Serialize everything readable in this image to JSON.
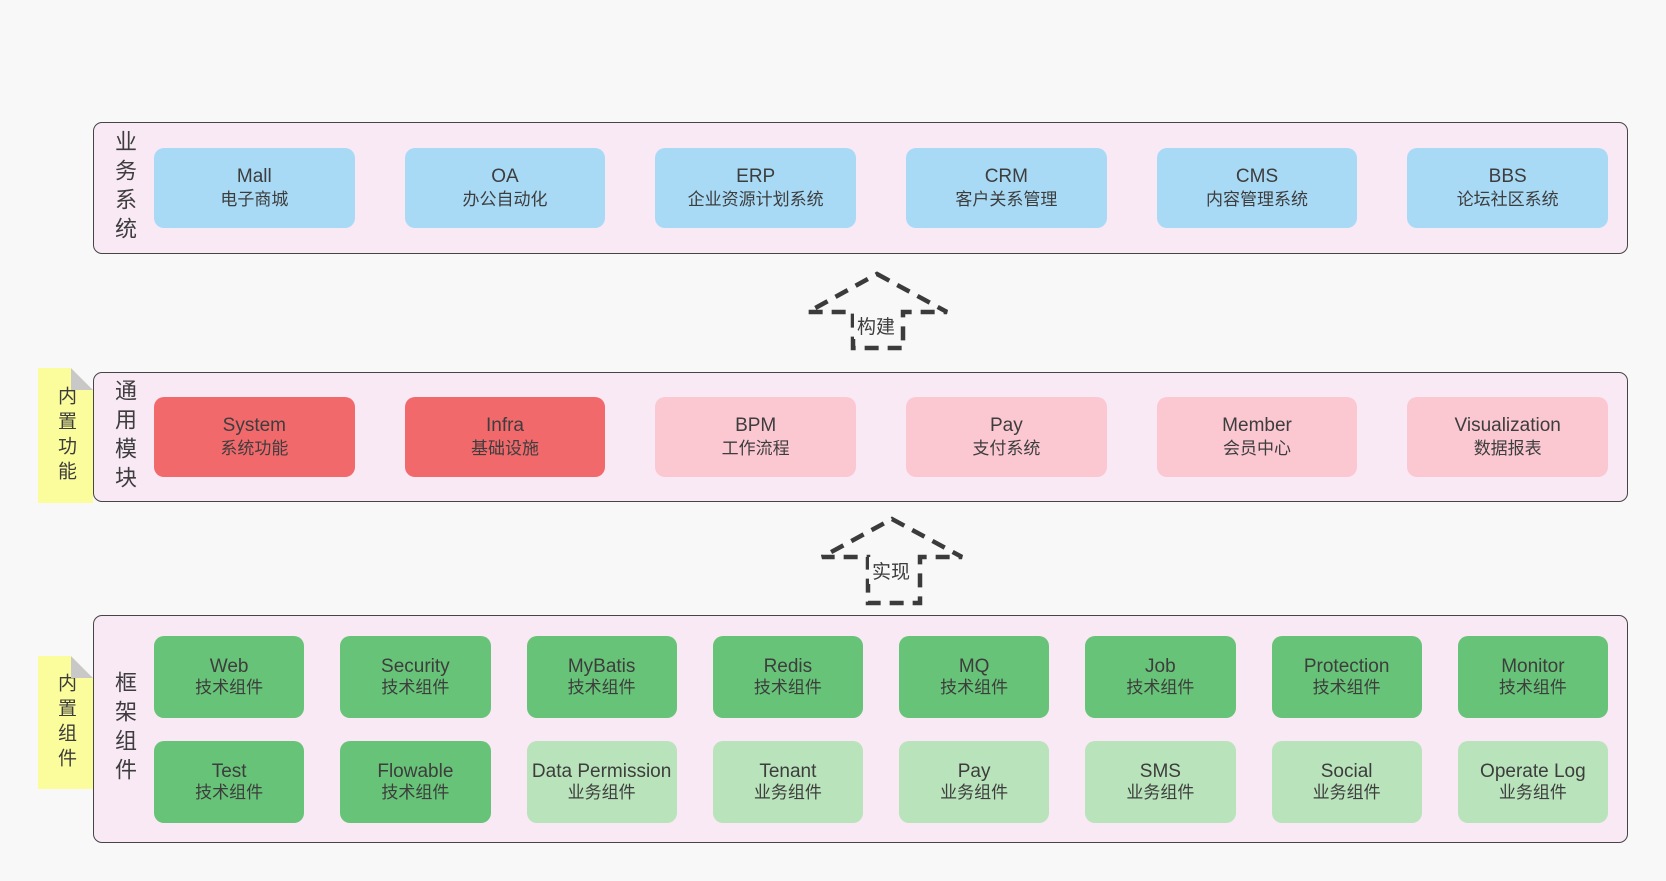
{
  "colors": {
    "background": "#f8f8f8",
    "band_bg": "#f9e9f5",
    "band_border": "#454545",
    "blue": "#a8daf6",
    "red": "#f2696c",
    "pink": "#fbc8d2",
    "green": "#67c377",
    "green_light": "#b9e3ba",
    "yellow_note": "#fbfc9c",
    "fold": "#c8c8c8",
    "text": "#3d3d3d",
    "arrow": "#3b3b3b"
  },
  "arrows": [
    {
      "label": "构建"
    },
    {
      "label": "实现"
    }
  ],
  "bands": [
    {
      "label": "业务系统",
      "boxes": [
        {
          "name": "Mall",
          "desc": "电子商城"
        },
        {
          "name": "OA",
          "desc": "办公自动化"
        },
        {
          "name": "ERP",
          "desc": "企业资源计划系统"
        },
        {
          "name": "CRM",
          "desc": "客户关系管理"
        },
        {
          "name": "CMS",
          "desc": "内容管理系统"
        },
        {
          "name": "BBS",
          "desc": "论坛社区系统"
        }
      ]
    },
    {
      "label": "通用模块",
      "note": "内置功能",
      "boxes": [
        {
          "name": "System",
          "desc": "系统功能"
        },
        {
          "name": "Infra",
          "desc": "基础设施"
        },
        {
          "name": "BPM",
          "desc": "工作流程"
        },
        {
          "name": "Pay",
          "desc": "支付系统"
        },
        {
          "name": "Member",
          "desc": "会员中心"
        },
        {
          "name": "Visualization",
          "desc": "数据报表"
        }
      ]
    },
    {
      "label": "框架组件",
      "note": "内置组件",
      "rows": [
        [
          {
            "name": "Web",
            "desc": "技术组件"
          },
          {
            "name": "Security",
            "desc": "技术组件"
          },
          {
            "name": "MyBatis",
            "desc": "技术组件"
          },
          {
            "name": "Redis",
            "desc": "技术组件"
          },
          {
            "name": "MQ",
            "desc": "技术组件"
          },
          {
            "name": "Job",
            "desc": "技术组件"
          },
          {
            "name": "Protection",
            "desc": "技术组件"
          },
          {
            "name": "Monitor",
            "desc": "技术组件"
          }
        ],
        [
          {
            "name": "Test",
            "desc": "技术组件"
          },
          {
            "name": "Flowable",
            "desc": "技术组件"
          },
          {
            "name": "Data Permission",
            "desc": "业务组件"
          },
          {
            "name": "Tenant",
            "desc": "业务组件"
          },
          {
            "name": "Pay",
            "desc": "业务组件"
          },
          {
            "name": "SMS",
            "desc": "业务组件"
          },
          {
            "name": "Social",
            "desc": "业务组件"
          },
          {
            "name": "Operate Log",
            "desc": "业务组件"
          }
        ]
      ]
    }
  ]
}
